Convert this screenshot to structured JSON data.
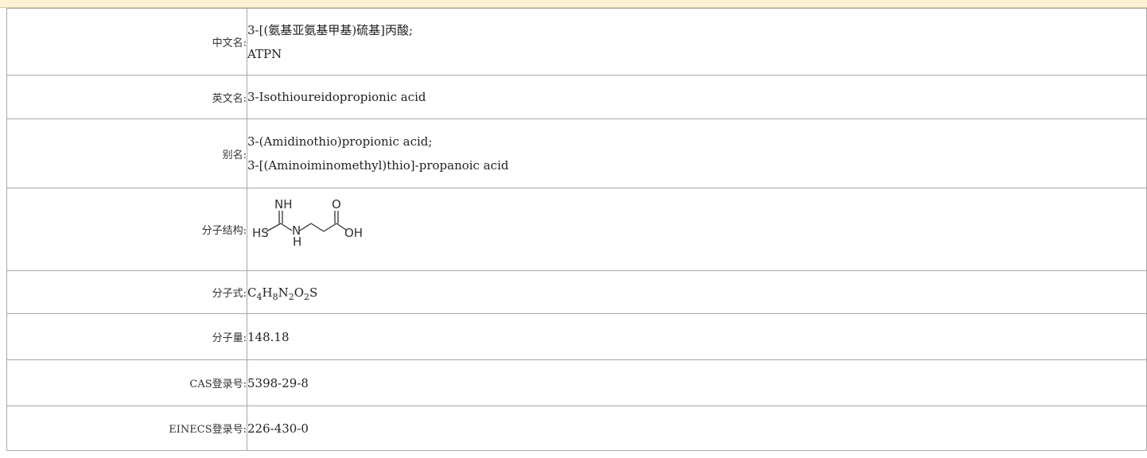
{
  "table": {
    "rows": [
      {
        "label": "中文名:",
        "lines": [
          "3-[(氨基亚氨基甲基)硫基]丙酸;",
          "ATPN"
        ]
      },
      {
        "label": "英文名:",
        "lines": [
          "3-Isothioureidopropionic acid"
        ]
      },
      {
        "label": "别名:",
        "lines": [
          "3-(Amidinothio)propionic acid;",
          "3-[(Aminoiminomethyl)thio]-propanoic acid"
        ]
      },
      {
        "label": "分子结构:",
        "structure": {
          "labels": [
            "NH",
            "HS",
            "N",
            "H",
            "O",
            "OH"
          ]
        }
      },
      {
        "label": "分子式:",
        "formula": [
          {
            "el": "C",
            "n": "4"
          },
          {
            "el": "H",
            "n": "8"
          },
          {
            "el": "N",
            "n": "2"
          },
          {
            "el": "O",
            "n": "2"
          },
          {
            "el": "S",
            "n": ""
          }
        ]
      },
      {
        "label": "分子量:",
        "lines": [
          "148.18"
        ]
      },
      {
        "label": "CAS登录号:",
        "lines": [
          "5398-29-8"
        ]
      },
      {
        "label": "EINECS登录号:",
        "lines": [
          "226-430-0"
        ]
      }
    ]
  }
}
